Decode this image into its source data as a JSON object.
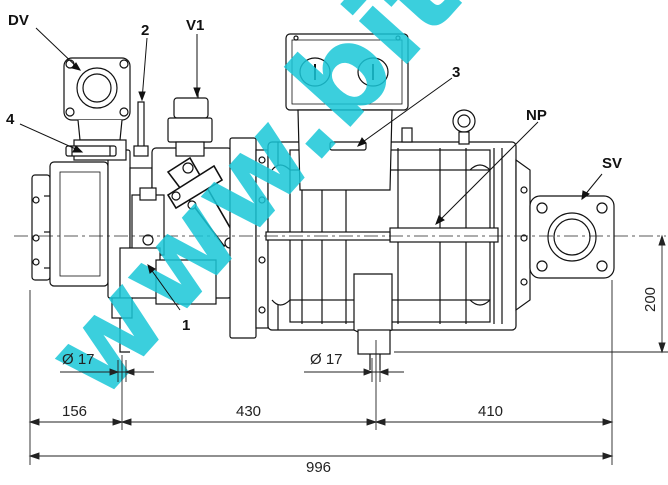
{
  "callouts": {
    "dv": "DV",
    "two": "2",
    "v1": "V1",
    "four": "4",
    "three": "3",
    "np": "NP",
    "sv": "SV",
    "one": "1"
  },
  "dimensions": {
    "d156": "156",
    "d430": "430",
    "d410": "410",
    "d996": "996",
    "d200": "200",
    "dia17_left": "Ø 17",
    "dia17_mid": "Ø 17"
  },
  "watermark": {
    "text": "www.bitzer",
    "color": "#19c7d8"
  }
}
